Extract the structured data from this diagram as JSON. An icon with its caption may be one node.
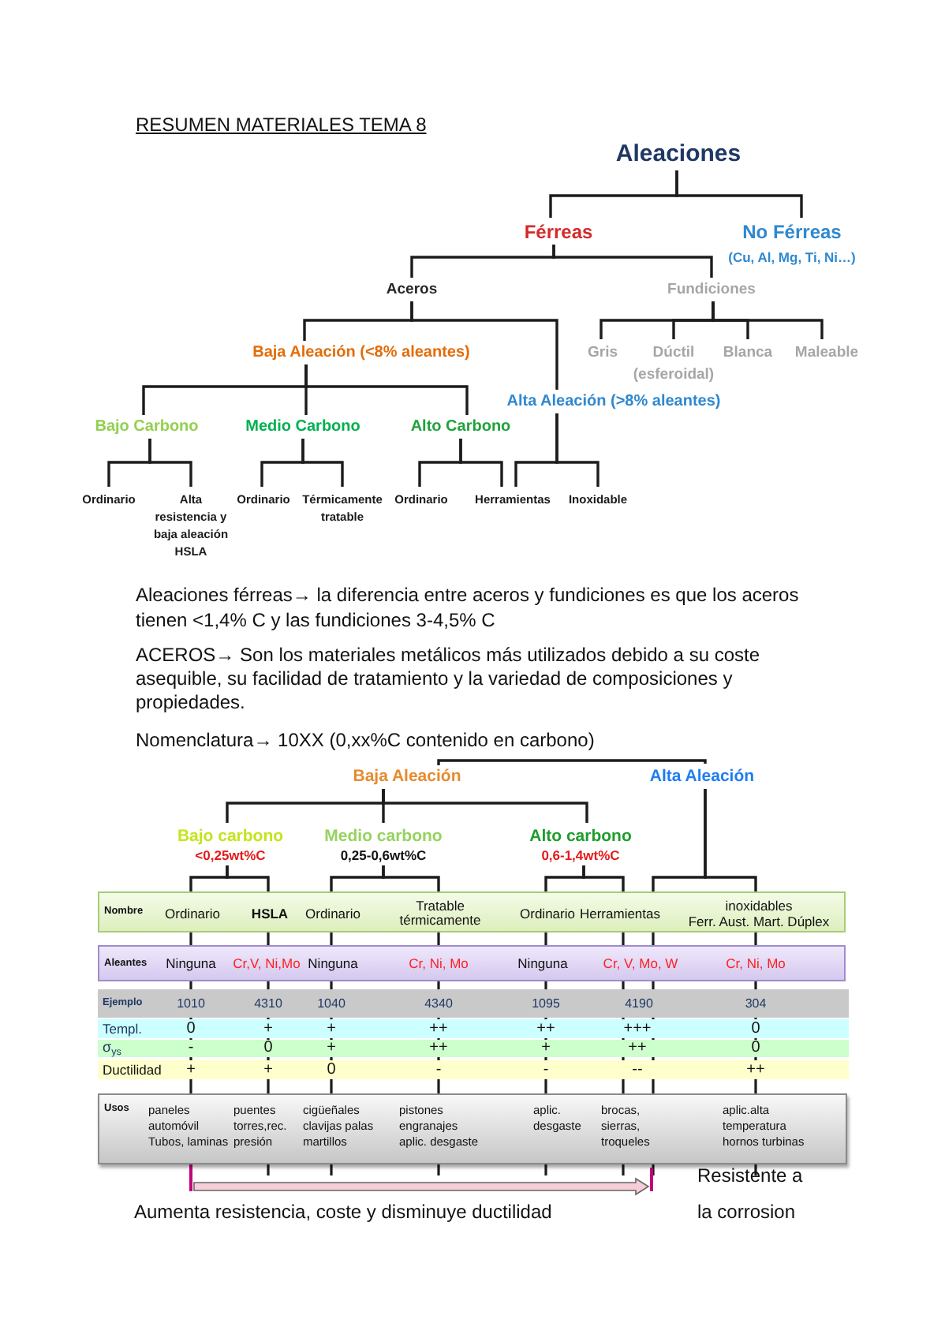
{
  "diagram": {
    "title": "RESUMEN MATERIALES TEMA 8",
    "nodes": [
      {
        "text": [
          "Aleaciones"
        ]
      },
      {
        "text": [
          "Férreas"
        ]
      },
      {
        "text": [
          "No Férreas",
          "(Cu, Al, Mg, Ti, Ni…)"
        ]
      },
      {
        "text": [
          "Aceros"
        ]
      },
      {
        "text": [
          "Fundiciones"
        ]
      },
      {
        "text": [
          "Baja Aleación (<8% aleantes)"
        ]
      },
      {
        "text": [
          "Alta Aleación (>8% aleantes)"
        ]
      },
      {
        "text": [
          "Gris"
        ]
      },
      {
        "text": [
          "Dúctil (esferoidal)"
        ]
      },
      {
        "text": [
          "Blanca"
        ]
      },
      {
        "text": [
          "Maleable"
        ]
      },
      {
        "text": [
          "Bajo Carbono"
        ]
      },
      {
        "text": [
          "Medio Carbono"
        ]
      },
      {
        "text": [
          "Alto Carbono"
        ]
      },
      {
        "text": [
          "Ordinario"
        ]
      },
      {
        "text": [
          "Alta resistencia y baja aleación HSLA"
        ]
      },
      {
        "text": [
          "Ordinario"
        ]
      },
      {
        "text": [
          "Térmicamente tratable"
        ]
      },
      {
        "text": [
          "Ordinario"
        ]
      },
      {
        "text": [
          "Herramientas"
        ]
      },
      {
        "text": [
          "Inoxidable"
        ]
      },
      {
        "text": [
          "Baja Aleación"
        ]
      },
      {
        "text": [
          "Alta Aleación"
        ]
      },
      {
        "text": [
          "Bajo carbono",
          "<0,25wt%C"
        ]
      },
      {
        "text": [
          "Medio carbono",
          "0,25-0,6wt%C"
        ]
      },
      {
        "text": [
          "Alto carbono",
          "0,6-1,4wt%C"
        ]
      },
      {
        "text": [
          "Nombre"
        ]
      },
      {
        "text": [
          "Ordinario"
        ],
        "in": 26
      },
      {
        "text": [
          "HSLA"
        ],
        "in": 26
      },
      {
        "text": [
          "Ordinario"
        ],
        "in": 26
      },
      {
        "text": [
          "Tratable térmicamente"
        ],
        "in": 26
      },
      {
        "text": [
          "Ordinario"
        ],
        "in": 26
      },
      {
        "text": [
          "Herramientas"
        ],
        "in": 26
      },
      {
        "text": [
          "inoxidables",
          "Ferr. Aust. Mart. Dúplex"
        ],
        "in": 26
      },
      {
        "text": [
          "Aleantes",
          "Ninguna",
          "Cr,V, Ni,Mo",
          "Ninguna",
          "Cr, Ni, Mo",
          "Ninguna",
          "Cr, V, Mo, W",
          "Cr, Ni, Mo"
        ]
      },
      {
        "text": [
          "Ejemplo",
          "1010",
          "4310",
          "1040",
          "4340",
          "1095",
          "4190",
          "304"
        ]
      },
      {
        "text": [
          "Templ.",
          "0",
          "+",
          "+",
          "++",
          "++",
          "+++",
          "0"
        ]
      },
      {
        "text": [
          "σ$_{ys}$",
          "-",
          "0",
          "+",
          "++",
          "+",
          "++",
          "0"
        ]
      },
      {
        "text": [
          "Ductilidad",
          "+",
          "+",
          "0",
          "-",
          "-",
          "--",
          "++"
        ]
      },
      {
        "text": [
          "Usos",
          "paneles automóvil Tubos, laminas",
          "puentes torres,rec. presión",
          "cigüeñales clavijas palas martillos",
          "pistones engranajes aplic. desgaste",
          "aplic. desgaste",
          "brocas, sierras, troqueles",
          "aplic.alta temperatura hornos turbinas"
        ]
      }
    ],
    "edges": [
      {
        "from": 0,
        "to": 1,
        "arrow": "none"
      },
      {
        "from": 0,
        "to": 2,
        "arrow": "none"
      },
      {
        "from": 1,
        "to": 3,
        "arrow": "none"
      },
      {
        "from": 1,
        "to": 4,
        "arrow": "none"
      },
      {
        "from": 3,
        "to": 5,
        "arrow": "none"
      },
      {
        "from": 3,
        "to": 6,
        "arrow": "none"
      },
      {
        "from": 4,
        "to": 7,
        "arrow": "none"
      },
      {
        "from": 4,
        "to": 8,
        "arrow": "none"
      },
      {
        "from": 4,
        "to": 9,
        "arrow": "none"
      },
      {
        "from": 4,
        "to": 10,
        "arrow": "none"
      },
      {
        "from": 5,
        "to": 11,
        "arrow": "none"
      },
      {
        "from": 5,
        "to": 12,
        "arrow": "none"
      },
      {
        "from": 5,
        "to": 13,
        "arrow": "none"
      },
      {
        "from": 11,
        "to": 14,
        "arrow": "none"
      },
      {
        "from": 11,
        "to": 15,
        "arrow": "none"
      },
      {
        "from": 12,
        "to": 16,
        "arrow": "none"
      },
      {
        "from": 12,
        "to": 17,
        "arrow": "none"
      },
      {
        "from": 13,
        "to": 18,
        "arrow": "none"
      },
      {
        "from": 13,
        "to": 19,
        "arrow": "none"
      },
      {
        "from": 6,
        "to": 19,
        "arrow": "none"
      },
      {
        "from": 6,
        "to": 20,
        "arrow": "none"
      },
      {
        "from": 21,
        "to": 22,
        "arrow": "none"
      },
      {
        "from": 21,
        "to": 23,
        "arrow": "none"
      },
      {
        "from": 21,
        "to": 24,
        "arrow": "none"
      },
      {
        "from": 21,
        "to": 25,
        "arrow": "none"
      },
      {
        "from": 23,
        "to": 27,
        "arrow": "none"
      },
      {
        "from": 23,
        "to": 28,
        "arrow": "none"
      },
      {
        "from": 24,
        "to": 29,
        "arrow": "none"
      },
      {
        "from": 24,
        "to": 30,
        "arrow": "none"
      },
      {
        "from": 25,
        "to": 31,
        "arrow": "none"
      },
      {
        "from": 25,
        "to": 32,
        "arrow": "none"
      },
      {
        "from": 22,
        "to": 32,
        "arrow": "none"
      },
      {
        "from": 22,
        "to": 33,
        "arrow": "none"
      }
    ],
    "labels": [
      "Aleaciones férreas→ la diferencia entre aceros y fundiciones es que los aceros tienen <1,4% C y las fundiciones 3-4,5% C",
      "ACEROS→ Son los materiales metálicos más utilizados debido a su coste asequible, su facilidad de tratamiento y la variedad de composiciones y propiedades.",
      "Nomenclatura→ 10XX (0,xx%C contenido en carbono)",
      "Resistente a la corrosion",
      "Aumenta resistencia, coste y disminuye ductilidad"
    ]
  }
}
